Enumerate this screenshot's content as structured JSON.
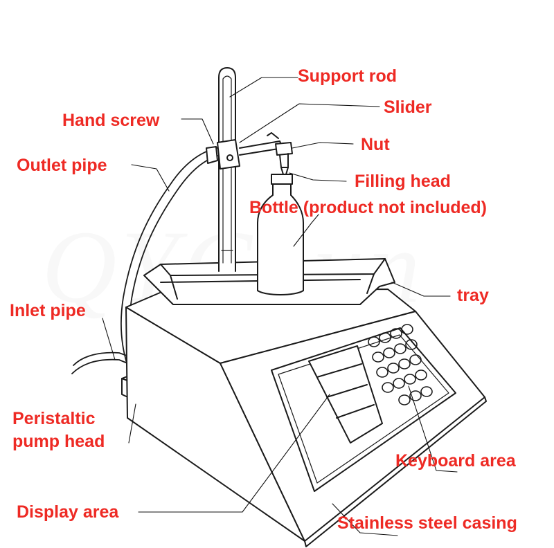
{
  "colors": {
    "label": "#ee2a24",
    "line": "#1a1a1a",
    "watermark": "#9a9a9a"
  },
  "watermark": "QYChun",
  "labels": {
    "support_rod": "Support rod",
    "slider": "Slider",
    "hand_screw": "Hand screw",
    "nut": "Nut",
    "outlet_pipe": "Outlet pipe",
    "filling_head": "Filling head",
    "bottle": "Bottle (product not included)",
    "tray": "tray",
    "inlet_pipe": "Inlet pipe",
    "peristaltic_line1": "Peristaltic",
    "peristaltic_line2": "pump head",
    "keyboard_area": "Keyboard area",
    "display_area": "Display area",
    "casing": "Stainless steel casing"
  }
}
